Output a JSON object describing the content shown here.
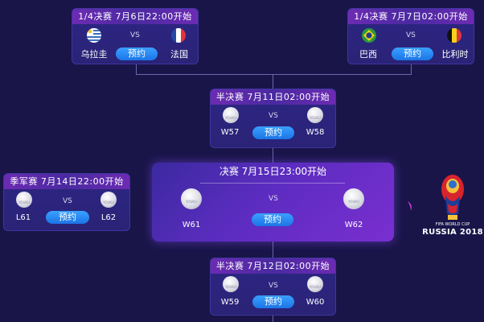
{
  "qf_left": {
    "header": "1/4决赛  7月6日22:00开始",
    "team_a": "乌拉圭",
    "team_b": "法国",
    "vs": "VS",
    "button": "预约"
  },
  "qf_right": {
    "header": "1/4决赛  7月7日02:00开始",
    "team_a": "巴西",
    "team_b": "比利时",
    "vs": "VS",
    "button": "预约"
  },
  "sf_top": {
    "header": "半决赛  7月11日02:00开始",
    "team_a": "W57",
    "team_b": "W58",
    "vs": "VS",
    "button": "预约"
  },
  "third_place": {
    "header": "季军赛  7月14日22:00开始",
    "team_a": "L61",
    "team_b": "L62",
    "vs": "VS",
    "button": "预约"
  },
  "final": {
    "header": "决赛  7月15日23:00开始",
    "team_a": "W61",
    "team_b": "W62",
    "vs": "VS",
    "button": "预约"
  },
  "sf_bottom": {
    "header": "半决赛  7月12日02:00开始",
    "team_a": "W59",
    "team_b": "W60",
    "vs": "VS",
    "button": "预约"
  },
  "badge_text": "YOUKU",
  "logo": {
    "line1": "FIFA WORLD CUP",
    "line2": "RUSSIA 2018"
  }
}
